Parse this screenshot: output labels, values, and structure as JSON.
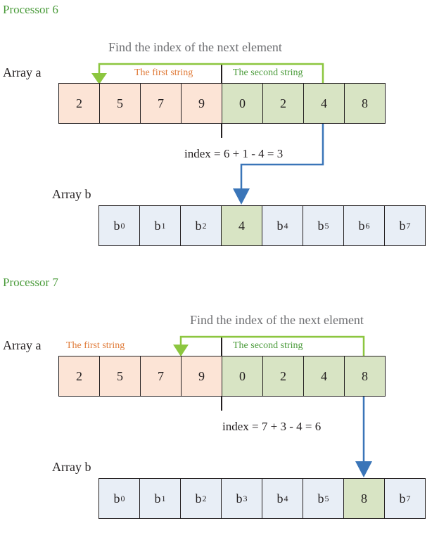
{
  "panels": [
    {
      "title": "Processor 6",
      "caption": "Find the index of the next element",
      "array_a_label": "Array a",
      "first_string_label": "The first string",
      "second_string_label": "The second string",
      "array_a": [
        "2",
        "5",
        "7",
        "9",
        "0",
        "2",
        "4",
        "8"
      ],
      "formula": "index = 6 + 1 - 4 = 3",
      "array_b_label": "Array b",
      "array_b": [
        {
          "base": "b",
          "sub": "0"
        },
        {
          "base": "b",
          "sub": "1"
        },
        {
          "base": "b",
          "sub": "2"
        },
        {
          "base": "4",
          "sub": ""
        },
        {
          "base": "b",
          "sub": "4"
        },
        {
          "base": "b",
          "sub": "5"
        },
        {
          "base": "b",
          "sub": "6"
        },
        {
          "base": "b",
          "sub": "7"
        }
      ]
    },
    {
      "title": "Processor 7",
      "caption": "Find the index of the next element",
      "array_a_label": "Array a",
      "first_string_label": "The first string",
      "second_string_label": "The second string",
      "array_a": [
        "2",
        "5",
        "7",
        "9",
        "0",
        "2",
        "4",
        "8"
      ],
      "formula": "index = 7 + 3 - 4 = 6",
      "array_b_label": "Array b",
      "array_b": [
        {
          "base": "b",
          "sub": "0"
        },
        {
          "base": "b",
          "sub": "1"
        },
        {
          "base": "b",
          "sub": "2"
        },
        {
          "base": "b",
          "sub": "3"
        },
        {
          "base": "b",
          "sub": "4"
        },
        {
          "base": "b",
          "sub": "5"
        },
        {
          "base": "8",
          "sub": ""
        },
        {
          "base": "b",
          "sub": "7"
        }
      ]
    }
  ],
  "colors": {
    "first_string_fill": "#fce4d6",
    "second_string_fill": "#d8e4c4",
    "array_b_fill": "#e8eef6",
    "green_arrow": "#8cc63f",
    "blue_arrow": "#3a75b8",
    "title_green": "#4a9b3a",
    "label_orange": "#e07b39"
  }
}
